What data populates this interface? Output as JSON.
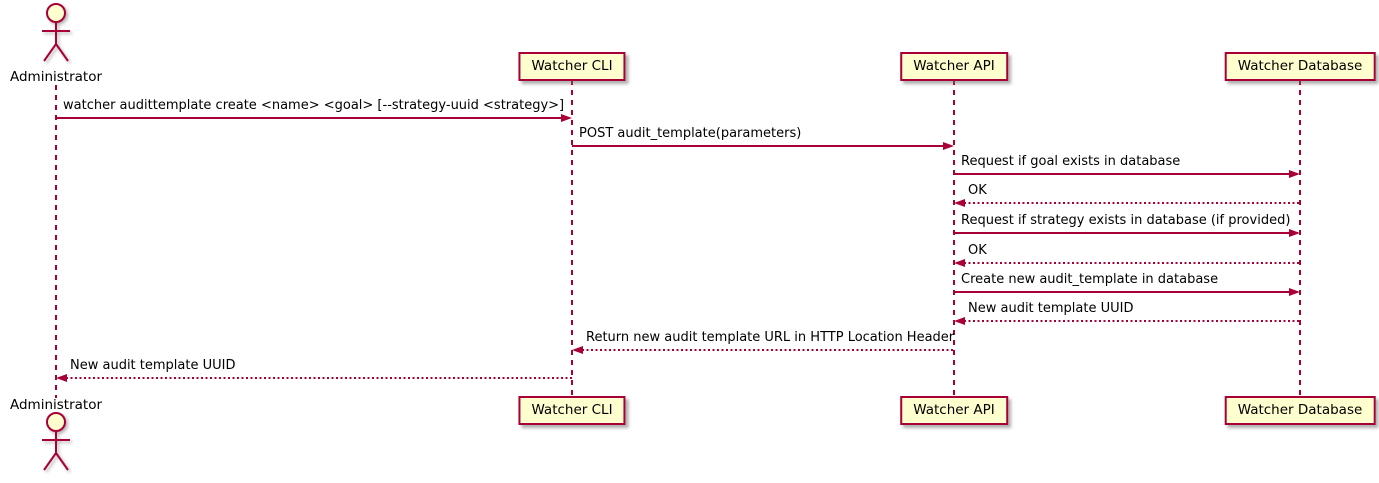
{
  "diagram": {
    "type": "uml-sequence-diagram",
    "colors": {
      "line": "#A80036",
      "participant_fill": "#FEFECE",
      "text": "#000000"
    },
    "participants": [
      {
        "label": "Administrator",
        "kind": "actor"
      },
      {
        "label": "Watcher CLI",
        "kind": "participant"
      },
      {
        "label": "Watcher API",
        "kind": "participant"
      },
      {
        "label": "Watcher Database",
        "kind": "participant"
      }
    ],
    "messages": [
      {
        "from": "Administrator",
        "to": "Watcher CLI",
        "line": "solid",
        "text": "watcher audittemplate create <name> <goal> [--strategy-uuid <strategy>]"
      },
      {
        "from": "Watcher CLI",
        "to": "Watcher API",
        "line": "solid",
        "text": "POST audit_template(parameters)"
      },
      {
        "from": "Watcher API",
        "to": "Watcher Database",
        "line": "solid",
        "text": "Request if goal exists in database"
      },
      {
        "from": "Watcher Database",
        "to": "Watcher API",
        "line": "dotted",
        "text": "OK"
      },
      {
        "from": "Watcher API",
        "to": "Watcher Database",
        "line": "solid",
        "text": "Request if strategy exists in database (if provided)"
      },
      {
        "from": "Watcher Database",
        "to": "Watcher API",
        "line": "dotted",
        "text": "OK"
      },
      {
        "from": "Watcher API",
        "to": "Watcher Database",
        "line": "solid",
        "text": "Create new audit_template in database"
      },
      {
        "from": "Watcher Database",
        "to": "Watcher API",
        "line": "dotted",
        "text": "New audit template UUID"
      },
      {
        "from": "Watcher API",
        "to": "Watcher CLI",
        "line": "dotted",
        "text": "Return new audit template URL in HTTP Location Header"
      },
      {
        "from": "Watcher CLI",
        "to": "Administrator",
        "line": "dotted",
        "text": "New audit template UUID"
      }
    ]
  }
}
